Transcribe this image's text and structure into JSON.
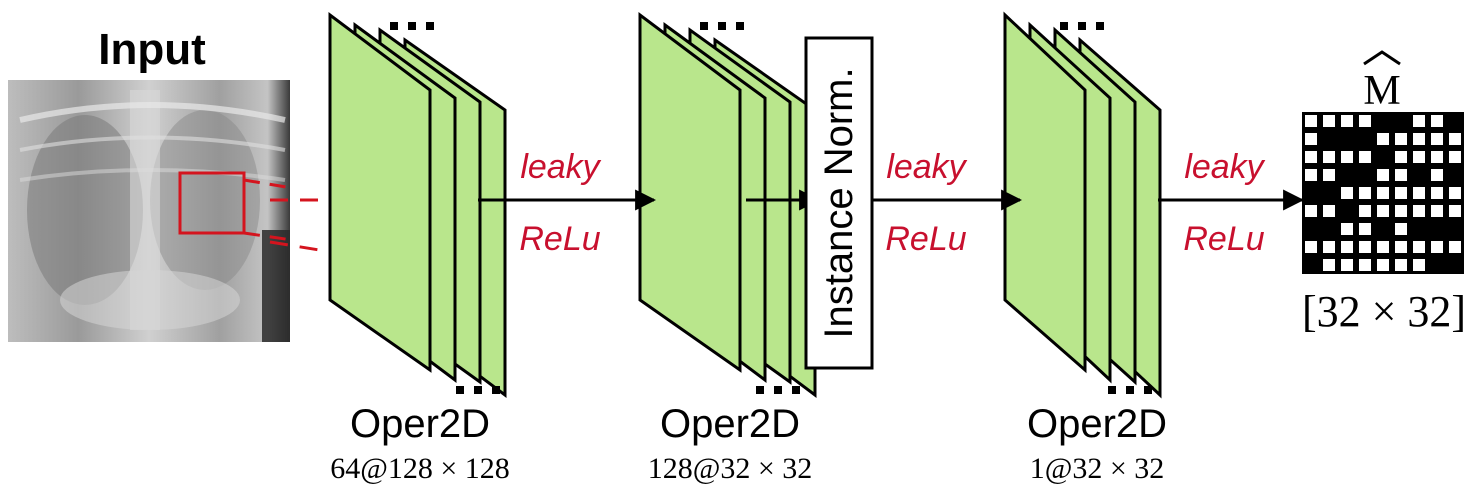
{
  "input": {
    "title": "Input"
  },
  "layers": [
    {
      "name": "Oper2D",
      "shape": "64@128 × 128"
    },
    {
      "name": "Oper2D",
      "shape": "128@32 × 32"
    },
    {
      "name": "Oper2D",
      "shape": "1@32 × 32"
    }
  ],
  "norm": {
    "label": "Instance Norm."
  },
  "activations": [
    {
      "line1": "leaky",
      "line2": "ReLu"
    },
    {
      "line1": "leaky",
      "line2": "ReLu"
    },
    {
      "line1": "leaky",
      "line2": "ReLu"
    }
  ],
  "output": {
    "symbol": "M",
    "size": "[32 × 32]"
  },
  "colors": {
    "feature_map": "#b9e68c",
    "activation": "#c8102e",
    "roi": "#d4141e",
    "line": "#000000"
  }
}
